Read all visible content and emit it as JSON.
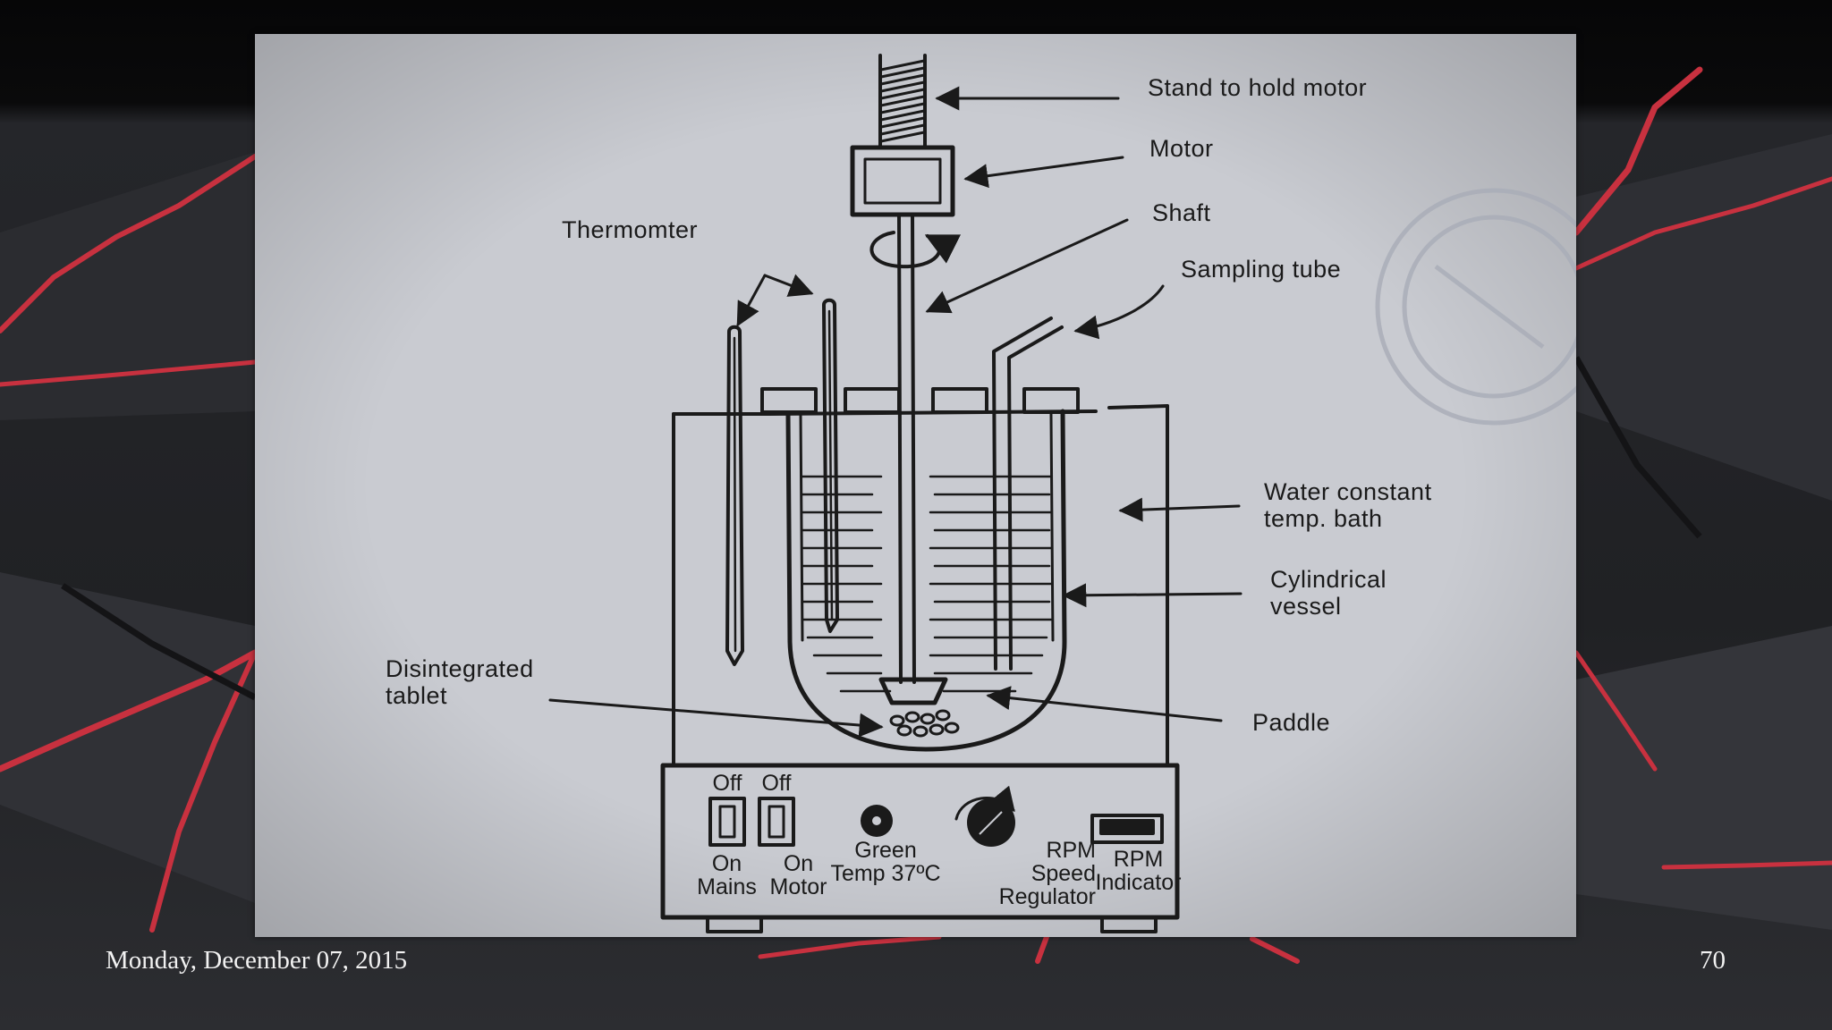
{
  "slide": {
    "date": "Monday, December 07, 2015",
    "page_number": "70"
  },
  "diagram": {
    "labels": {
      "stand": "Stand to hold motor",
      "motor": "Motor",
      "shaft": "Shaft",
      "sampling_tube": "Sampling tube",
      "thermometer": "Thermomter",
      "water_bath": "Water constant\ntemp. bath",
      "cylindrical_vessel": "Cylindrical\nvessel",
      "disintegrated_tablet": "Disintegrated\ntablet",
      "paddle": "Paddle"
    },
    "controls": {
      "switch_off_1": "Off",
      "switch_off_2": "Off",
      "mains": "On\nMains",
      "motor_switch": "On\nMotor",
      "green_light": "Green\nTemp 37ºC",
      "rpm_regulator": "RPM\nSpeed\nRegulator",
      "rpm_indicator": "RPM\nIndicator"
    }
  },
  "colors": {
    "background": "#1a1a1c",
    "accent_red": "#c8313f",
    "paper": "#c9cbd1",
    "ink": "#1a1a1a"
  }
}
